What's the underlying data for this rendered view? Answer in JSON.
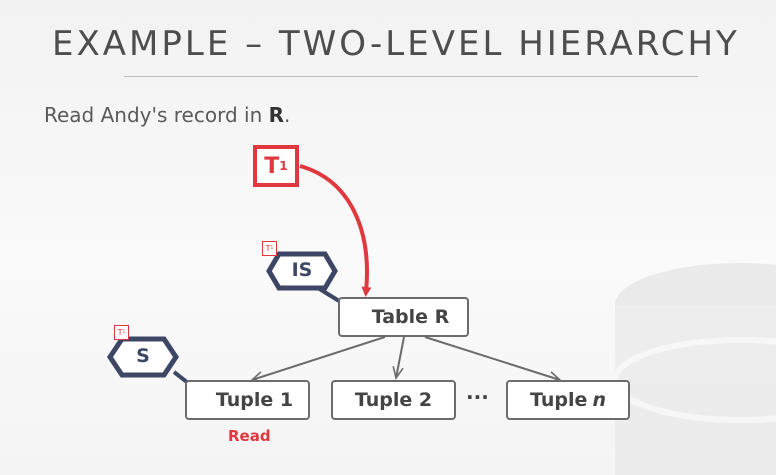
{
  "header": {
    "title": "EXAMPLE – TWO-LEVEL HIERARCHY",
    "subtitle_prefix": "Read Andy's record in ",
    "subtitle_rel": "R",
    "subtitle_suffix": "."
  },
  "transaction": {
    "label": "T",
    "subscript": "1"
  },
  "locks": [
    {
      "mode": "IS",
      "holder": "T",
      "holder_sub": "1",
      "target": "Table R"
    },
    {
      "mode": "S",
      "holder": "T",
      "holder_sub": "1",
      "target": "Tuple 1"
    }
  ],
  "tree": {
    "root": "Table R",
    "tuples": [
      "Tuple 1",
      "Tuple 2"
    ],
    "ellipsis": "···",
    "last_tuple_prefix": "Tuple",
    "last_tuple_var": "n"
  },
  "action_label": "Read",
  "colors": {
    "accent": "#e0383e",
    "hex_border": "#3e4666",
    "node_border": "#6b6b6b"
  }
}
